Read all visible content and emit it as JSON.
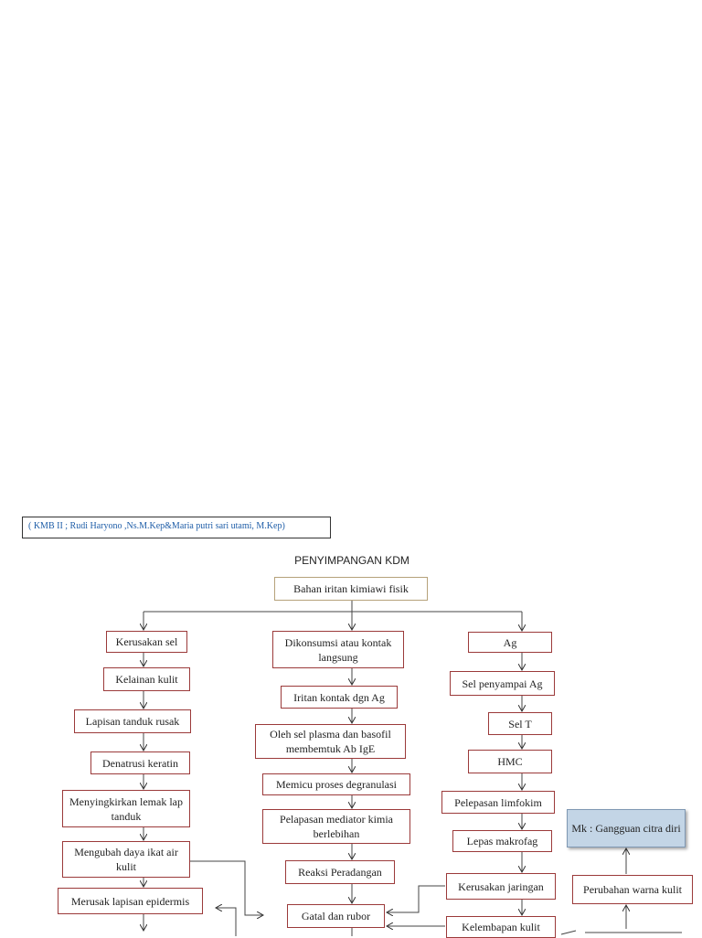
{
  "reference": "( KMB II ; Rudi Haryono ,Ns.M.Kep&Maria putri sari utami, M.Kep)",
  "title": "PENYIMPANGAN KDM",
  "nodes": {
    "root": "Bahan iritan kimiawi fisik",
    "kerusakan_sel": "Kerusakan sel",
    "kelainan_kulit": "Kelainan kulit",
    "lapisan_tanduk": "Lapisan tanduk rusak",
    "denatrusi": "Denatrusi keratin",
    "menyingkirkan": "Menyingkirkan lemak lap tanduk",
    "mengubah": "Mengubah daya ikat air kulit",
    "merusak": "Merusak lapisan epidermis",
    "dikonsumsi": "Dikonsumsi atau kontak langsung",
    "iritan_kontak": "Iritan kontak dgn Ag",
    "oleh_sel": "Oleh sel plasma dan basofil membemtuk Ab IgE",
    "memicu": "Memicu proses degranulasi",
    "pelepasan_mediator": "Pelapasan mediator kimia berlebihan",
    "reaksi": "Reaksi Peradangan",
    "gatal": "Gatal dan rubor",
    "ag": "Ag",
    "sel_penyampai": "Sel penyampai Ag",
    "sel_t": "Sel T",
    "hmc": "HMC",
    "pelepasan_limfokim": "Pelepasan limfokim",
    "lepas_makrofag": "Lepas makrofag",
    "kerusakan_jaringan": "Kerusakan jaringan",
    "kelembapan": "Kelembapan kulit",
    "mk": "Mk : Gangguan citra diri",
    "perubahan_warna": "Perubahan warna kulit"
  }
}
